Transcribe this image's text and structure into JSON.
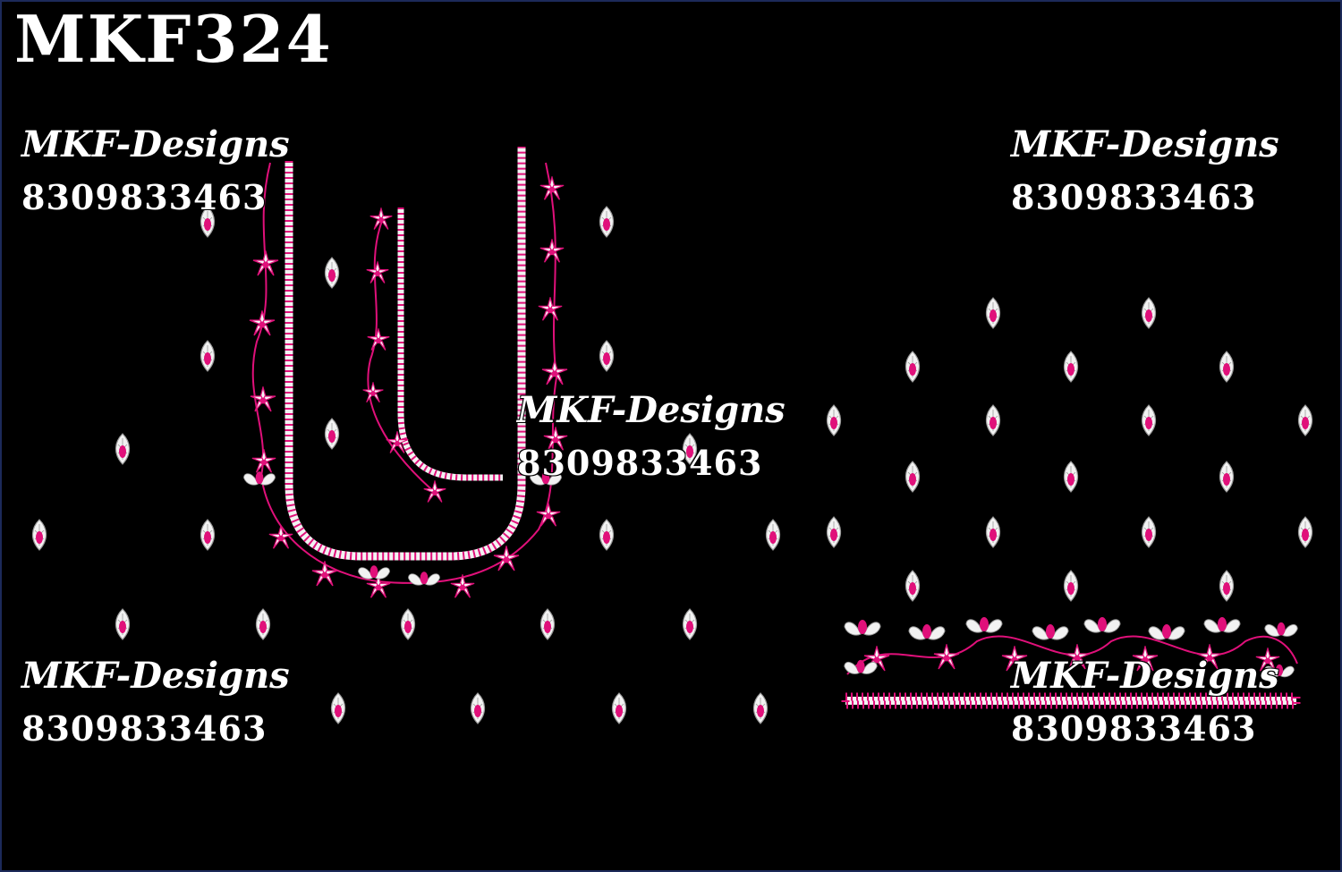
{
  "design_code": "MKF324",
  "watermarks": [
    {
      "id": "top-left",
      "brand": "MKF-Designs",
      "phone": "8309833463"
    },
    {
      "id": "top-right",
      "brand": "MKF-Designs",
      "phone": "8309833463"
    },
    {
      "id": "center",
      "brand": "MKF-Designs",
      "phone": "8309833463"
    },
    {
      "id": "bottom-left",
      "brand": "MKF-Designs",
      "phone": "8309833463"
    },
    {
      "id": "bottom-right",
      "brand": "MKF-Designs",
      "phone": "8309833463"
    }
  ],
  "colors": {
    "background": "#000000",
    "thread_white": "#f2f2f2",
    "thread_pink": "#e0107a",
    "thread_grey": "#9a9a9a"
  },
  "motifs": {
    "buta_icon": "leaf-buta-motif",
    "flower_icon": "star-flower-motif",
    "border_icon": "floral-border-band"
  }
}
